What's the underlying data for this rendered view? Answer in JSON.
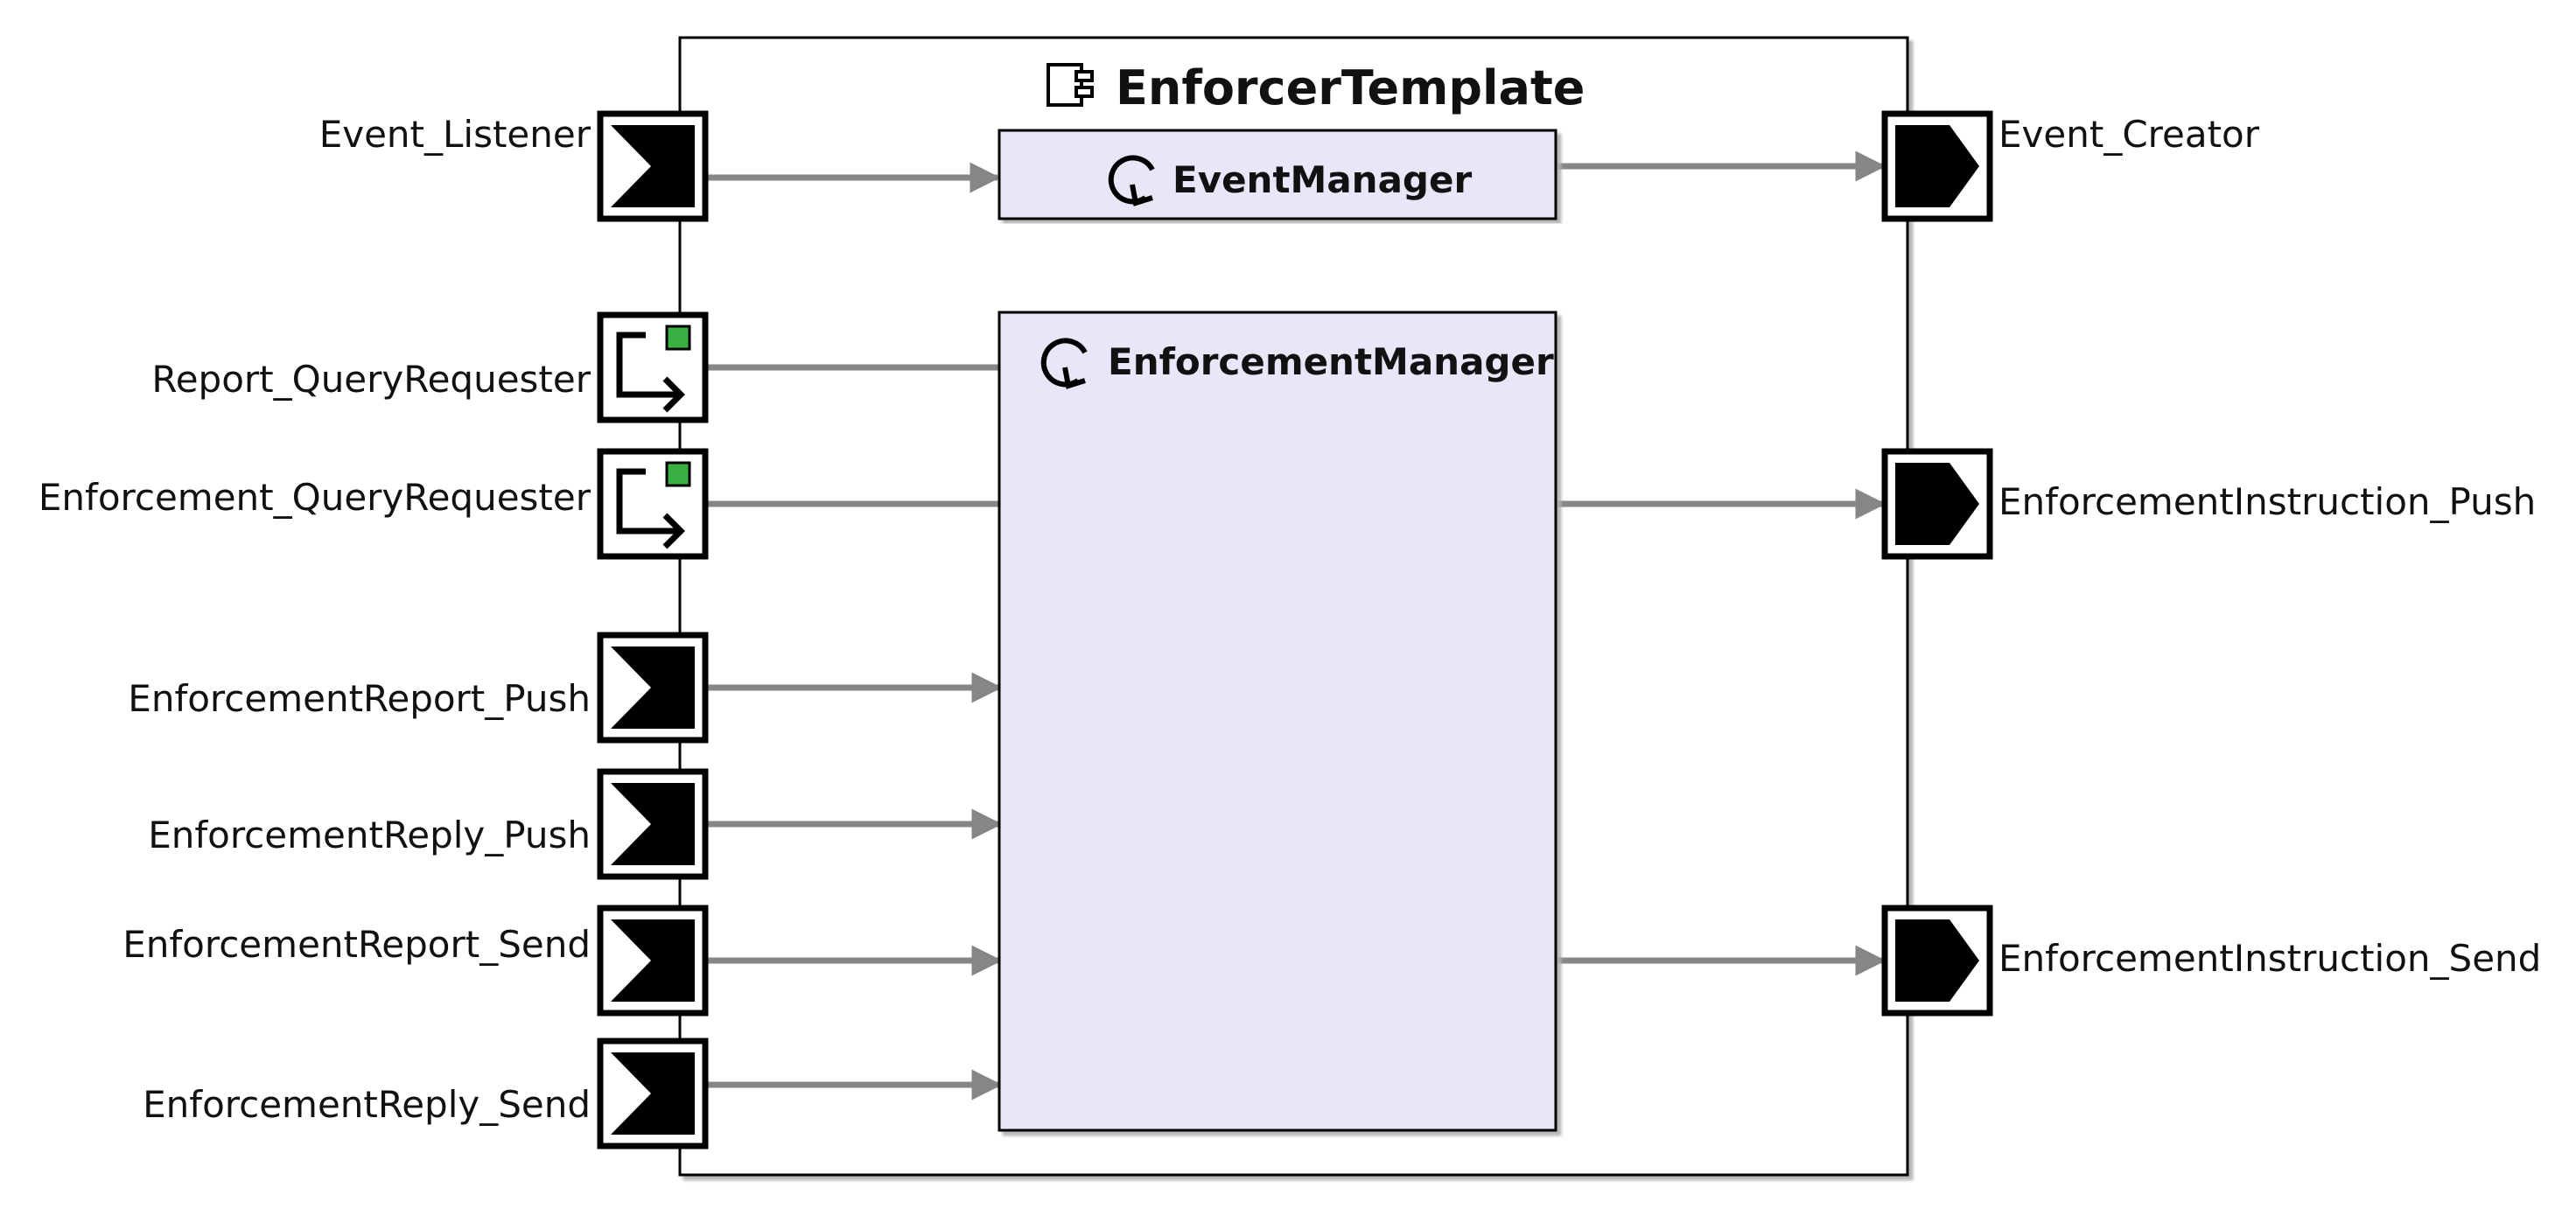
{
  "composite": {
    "title": "EnforcerTemplate",
    "icon": "component-icon"
  },
  "blocks": {
    "event_manager": {
      "name": "EventManager",
      "icon": "cycle-icon"
    },
    "enforcement_manager": {
      "name": "EnforcementManager",
      "icon": "cycle-icon"
    }
  },
  "ports": {
    "event_listener": {
      "label": "Event_Listener",
      "icon": "input-event-port-icon"
    },
    "report_query_requester": {
      "label": "Report_QueryRequester",
      "icon": "query-requester-port-icon"
    },
    "enforcement_query_requester": {
      "label": "Enforcement_QueryRequester",
      "icon": "query-requester-port-icon"
    },
    "enforcement_report_push": {
      "label": "EnforcementReport_Push",
      "icon": "input-event-port-icon"
    },
    "enforcement_reply_push": {
      "label": "EnforcementReply_Push",
      "icon": "input-event-port-icon"
    },
    "enforcement_report_send": {
      "label": "EnforcementReport_Send",
      "icon": "input-event-port-icon"
    },
    "enforcement_reply_send": {
      "label": "EnforcementReply_Send",
      "icon": "input-event-port-icon"
    },
    "event_creator": {
      "label": "Event_Creator",
      "icon": "output-event-port-icon"
    },
    "enforcement_instruction_push": {
      "label": "EnforcementInstruction_Push",
      "icon": "output-event-port-icon"
    },
    "enforcement_instruction_send": {
      "label": "EnforcementInstruction_Send",
      "icon": "output-event-port-icon"
    }
  },
  "colors": {
    "block_fill": "#e8e6f8",
    "connector": "#868686",
    "port_fill": "#000000",
    "query_indicator": "#3cb043",
    "border": "#000000"
  }
}
